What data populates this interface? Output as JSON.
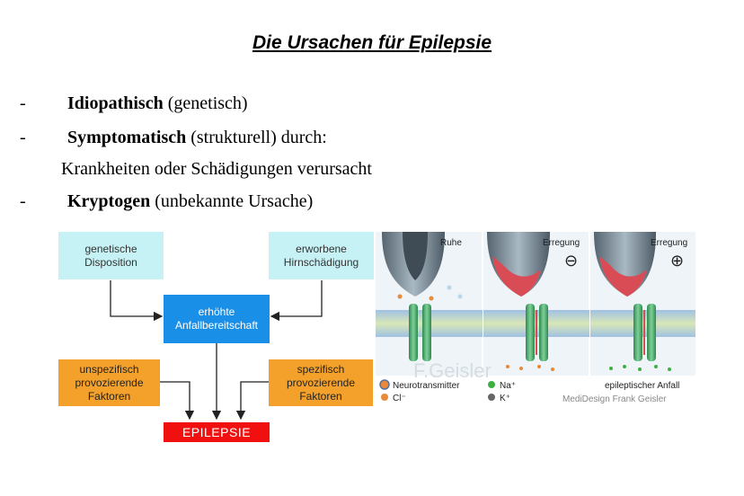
{
  "title": "Die Ursachen für Epilepsie",
  "causes": [
    {
      "dash": "-",
      "term": "Idiopathisch",
      "rest": " (genetisch)"
    },
    {
      "dash": "-",
      "term": "Symptomatisch",
      "rest": " (strukturell) durch:"
    },
    {
      "continuation": "Krankheiten oder Schädigungen verursacht"
    },
    {
      "dash": "-",
      "term": "Kryptogen",
      "rest": " (unbekannte Ursache)"
    }
  ],
  "flow": {
    "genetic": [
      "genetische",
      "Disposition"
    ],
    "acquired": [
      "erworbene",
      "Hirnschädigung"
    ],
    "readiness": [
      "erhöhte",
      "Anfallbereitschaft"
    ],
    "unspecific": [
      "unspezifisch",
      "provozierende",
      "Faktoren"
    ],
    "specific": [
      "spezifisch",
      "provozierende",
      "Faktoren"
    ],
    "epilepsy": "EPILEPSIE"
  },
  "synapse": {
    "panel1": "Ruhe",
    "panel2": "Erregung",
    "panel2_symbol": "⊖",
    "panel3": "Erregung",
    "panel3_symbol": "⊕",
    "watermark": "F.Geisler",
    "legend": {
      "neurotransmitter": "Neurotransmitter",
      "cl": "Cl⁻",
      "na": "Na⁺",
      "k": "K⁺",
      "seizure": "epileptischer Anfall",
      "credit": "MediDesign Frank Geisler"
    },
    "colors": {
      "neurotransmitter": "#e88a3a",
      "cl": "#e88a3a",
      "na": "#3cb043",
      "k": "#666666"
    }
  }
}
